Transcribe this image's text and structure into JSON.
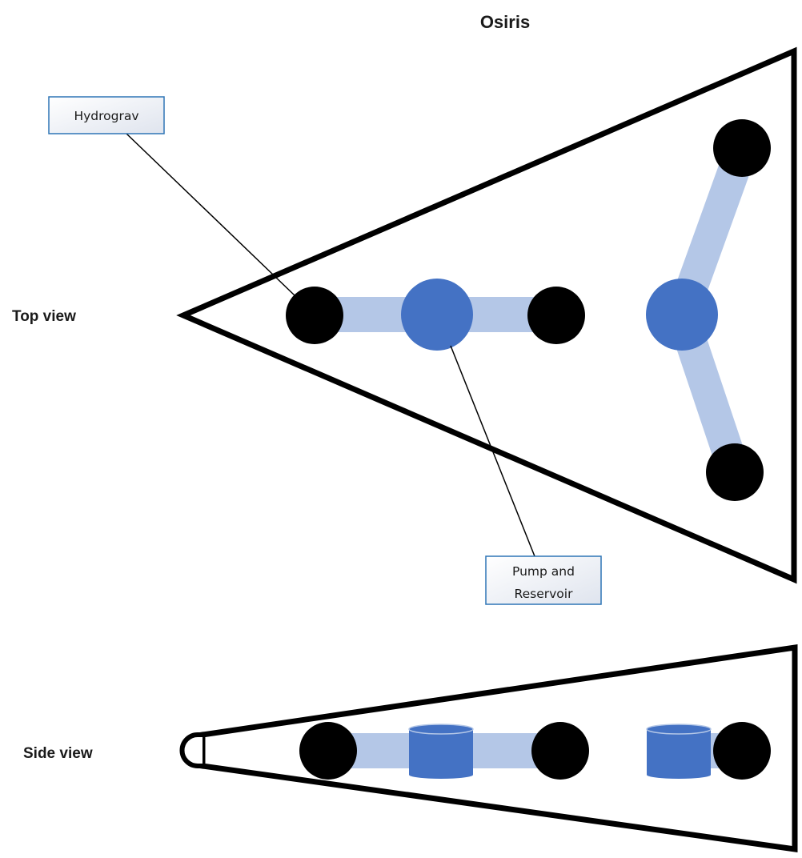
{
  "title": "Osiris",
  "views": {
    "top_label": "Top view",
    "side_label": "Side view"
  },
  "callouts": {
    "hydrograv": "Hydrograv",
    "pump_line1": "Pump and",
    "pump_line2": "Reservoir"
  },
  "colors": {
    "outline": "#000000",
    "node": "#000000",
    "reservoir": "#4472c4",
    "pipe": "#b4c7e7",
    "callout_border": "#2e75b6"
  }
}
